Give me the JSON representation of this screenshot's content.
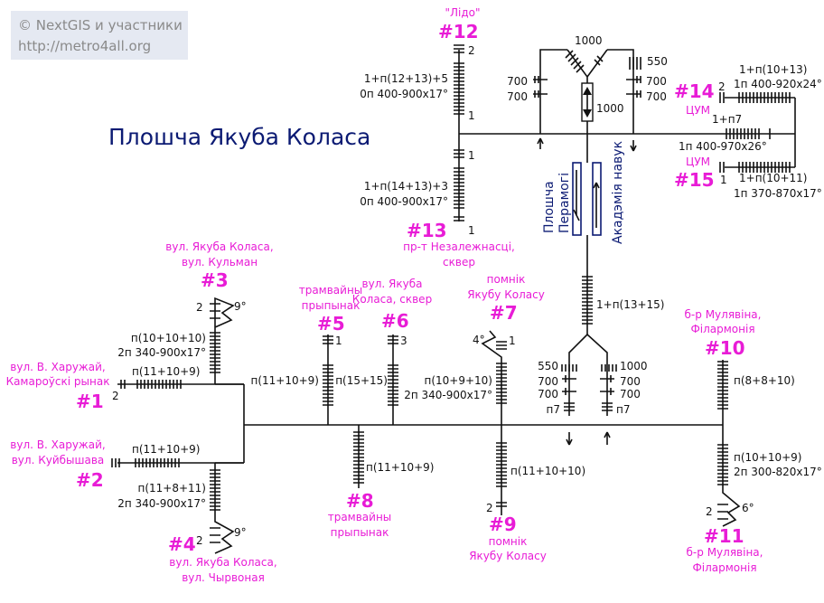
{
  "credit": {
    "line1": "© NextGIS и участники",
    "line2": "http://metro4all.org"
  },
  "title": "Плошча Якуба Коласа",
  "exits": {
    "e1": {
      "num": "#1",
      "place": [
        "вул. В. Харужай,",
        "Камароўскі рынак"
      ],
      "specs": [
        "п(11+10+9)"
      ],
      "count": "2"
    },
    "e2": {
      "num": "#2",
      "place": [
        "вул. В. Харужай,",
        "вул. Куйбышава"
      ],
      "specs": [
        "п(11+10+9)"
      ]
    },
    "e3": {
      "num": "#3",
      "place": [
        "вул. Якуба Коласа,",
        "вул. Кульман"
      ],
      "specs": [
        "п(10+10+10)",
        "2п 340-900x17°"
      ],
      "count": "2",
      "angle": "9°"
    },
    "e4": {
      "num": "#4",
      "place": [
        "вул. Якуба Коласа,",
        "вул. Чырвоная"
      ],
      "specs": [
        "п(11+8+11)",
        "2п 340-900x17°"
      ],
      "count": "2",
      "angle": "9°"
    },
    "e5": {
      "num": "#5",
      "place": [
        "трамвайны",
        "прыпынак"
      ],
      "specs": [
        "п(11+10+9)"
      ],
      "count": "1"
    },
    "e6": {
      "num": "#6",
      "place": [
        "вул. Якуба",
        "Коласа, сквер"
      ],
      "specs": [
        "п(15+15)"
      ],
      "count": "3"
    },
    "e7": {
      "num": "#7",
      "place": [
        "помнік",
        "Якубу Коласу"
      ],
      "specs": [
        "п(10+9+10)",
        "2п 340-900x17°"
      ],
      "count": "1",
      "angle": "4°"
    },
    "e8": {
      "num": "#8",
      "place": [
        "трамвайны",
        "прыпынак"
      ],
      "specs": [
        "п(11+10+9)"
      ]
    },
    "e9": {
      "num": "#9",
      "place": [
        "помнік",
        "Якубу Коласу"
      ],
      "specs": [
        "п(11+10+10)"
      ],
      "count": "2"
    },
    "e10": {
      "num": "#10",
      "place": [
        "б-р Мулявіна,",
        "Філармонія"
      ],
      "specs": [
        "п(8+8+10)"
      ]
    },
    "e11": {
      "num": "#11",
      "place": [
        "б-р Мулявіна,",
        "Філармонія"
      ],
      "specs": [
        "п(10+10+9)",
        "2п 300-820x17°"
      ],
      "count": "2",
      "angle": "6°"
    },
    "e12": {
      "num": "#12",
      "place": [
        "\"Лідо\""
      ],
      "specs": [
        "1+п(12+13)+5",
        "0п 400-900x17°"
      ],
      "count": "2",
      "count2": "1"
    },
    "e13": {
      "num": "#13",
      "place": [
        "пр-т Незалежнасці,",
        "сквер"
      ],
      "specs": [
        "1+п(14+13)+3",
        "0п 400-900x17°"
      ],
      "count": "1",
      "count2": "1"
    },
    "e14": {
      "num": "#14",
      "place": [
        "ЦУМ"
      ],
      "specs": [
        "1+п(10+13)",
        "1п 400-920x24°"
      ],
      "count": "2"
    },
    "e15": {
      "num": "#15",
      "place": [
        "ЦУМ"
      ],
      "specs": [
        "1+п(10+11)",
        "1п 370-870x17°"
      ],
      "count": "1"
    }
  },
  "shared": {
    "spec1": "1+п7",
    "spec2": "1п 400-970x26°"
  },
  "top_hall": {
    "d_left1": "700",
    "d_left2": "700",
    "d_right1": "700",
    "d_right2": "700",
    "d_top": "1000",
    "d_right_top": "550",
    "d_mid": "1000"
  },
  "transfer": {
    "spec": "1+п(13+15)",
    "d_l1": "550",
    "d_l2": "700",
    "d_l3": "700",
    "d_r1": "1000",
    "d_r2": "700",
    "d_r3": "700",
    "st_l": "п7",
    "st_r": "п7"
  },
  "stations": {
    "left": [
      "Плошча",
      "Перамогі"
    ],
    "right": "Акадэмія навук"
  }
}
